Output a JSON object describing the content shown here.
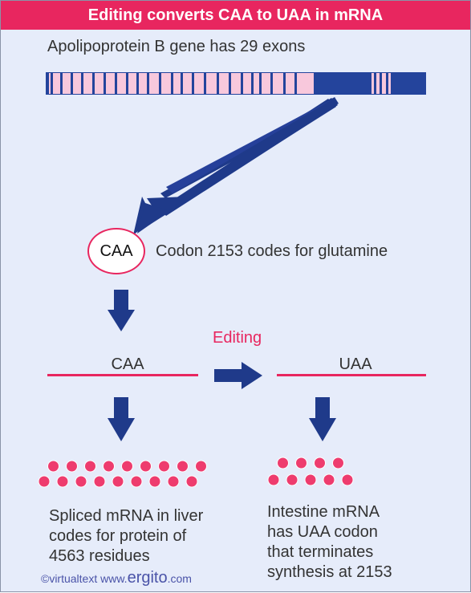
{
  "title": "Editing converts CAA to UAA in mRNA",
  "gene_label": "Apolipoprotein B gene has 29 exons",
  "codon_bubble": "CAA",
  "codon_note": "Codon 2153 codes for glutamine",
  "editing_label": "Editing",
  "left_codon": "CAA",
  "right_codon": "UAA",
  "liver_caption": [
    "Spliced mRNA in liver",
    "codes for protein of",
    "4563 residues"
  ],
  "intestine_caption": [
    "Intestine mRNA",
    "has UAA codon",
    "that terminates",
    "synthesis at 2153"
  ],
  "credit": {
    "prefix": "©virtualtext  www.",
    "site": "ergito",
    "suffix": ".com"
  },
  "colors": {
    "banner": "#e8265f",
    "exon": "#24449c",
    "intron": "#f8c8dc",
    "bead": "#ee3c6e",
    "arrow": "#1f3a8a"
  }
}
